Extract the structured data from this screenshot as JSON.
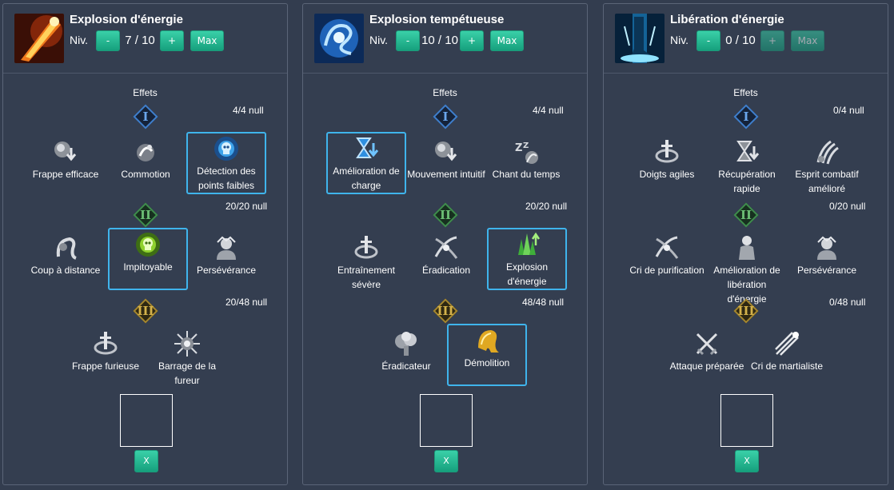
{
  "common": {
    "niv_label": "Niv.",
    "minus_label": "-",
    "plus_label": "+",
    "max_label": "Max",
    "effets_label": "Effets",
    "clear_label": "X",
    "tier_labels": [
      "I",
      "II",
      "III"
    ]
  },
  "colors": {
    "background": "#333d4f",
    "button": "#22b48f",
    "selected_border": "#3fb4ec"
  },
  "panels": [
    {
      "title": "Explosion d'énergie",
      "icon": "energy-burst-icon",
      "level": "7 / 10",
      "counts": [
        "4/4 null",
        "20/20 null",
        "20/48 null"
      ],
      "tier1": [
        {
          "label": "Frappe efficace",
          "icon": "fist-down-icon"
        },
        {
          "label": "Commotion",
          "icon": "concussion-icon"
        },
        {
          "label": "Détection des points faibles",
          "icon": "skull-aura-icon"
        }
      ],
      "tier2": [
        {
          "label": "Coup à distance",
          "icon": "hair-swirl-icon"
        },
        {
          "label": "Impitoyable",
          "icon": "ruthless-skull-icon"
        },
        {
          "label": "Persévérance",
          "icon": "warrior-bust-icon"
        }
      ],
      "tier3": [
        {
          "label": "Frappe furieuse",
          "icon": "spinning-blade-icon"
        },
        {
          "label": "Barrage de la fureur",
          "icon": "burst-icon"
        }
      ]
    },
    {
      "title": "Explosion tempétueuse",
      "icon": "storm-burst-icon",
      "level": "10 / 10",
      "counts": [
        "4/4 null",
        "20/20 null",
        "48/48 null"
      ],
      "tier1": [
        {
          "label": "Amélioration de charge",
          "icon": "hourglass-down-icon"
        },
        {
          "label": "Mouvement intuitif",
          "icon": "fist-down-icon"
        },
        {
          "label": "Chant du temps",
          "icon": "sleep-z-icon"
        }
      ],
      "tier2": [
        {
          "label": "Entraînement sévère",
          "icon": "spinning-blade-icon"
        },
        {
          "label": "Éradication",
          "icon": "slash-cross-icon"
        },
        {
          "label": "Explosion d'énergie",
          "icon": "green-crystal-up-icon"
        }
      ],
      "tier3": [
        {
          "label": "Éradicateur",
          "icon": "smoke-fist-icon"
        },
        {
          "label": "Démolition",
          "icon": "golden-hair-icon"
        }
      ]
    },
    {
      "title": "Libération d'énergie",
      "icon": "energy-release-icon",
      "level": "0 / 10",
      "counts": [
        "0/4 null",
        "0/20 null",
        "0/48 null"
      ],
      "tier1": [
        {
          "label": "Doigts agiles",
          "icon": "spinning-blade-icon"
        },
        {
          "label": "Récupération rapide",
          "icon": "hourglass-down-icon"
        },
        {
          "label": "Esprit combatif amélioré",
          "icon": "claws-icon"
        }
      ],
      "tier2": [
        {
          "label": "Cri de purification",
          "icon": "slash-cross-icon"
        },
        {
          "label": "Amélioration de libération d'énergie",
          "icon": "figure-icon"
        },
        {
          "label": "Persévérance",
          "icon": "warrior-bust-icon"
        }
      ],
      "tier3": [
        {
          "label": "Attaque préparée",
          "icon": "crossed-swords-icon"
        },
        {
          "label": "Cri de martialiste",
          "icon": "energy-streak-icon"
        }
      ]
    }
  ]
}
